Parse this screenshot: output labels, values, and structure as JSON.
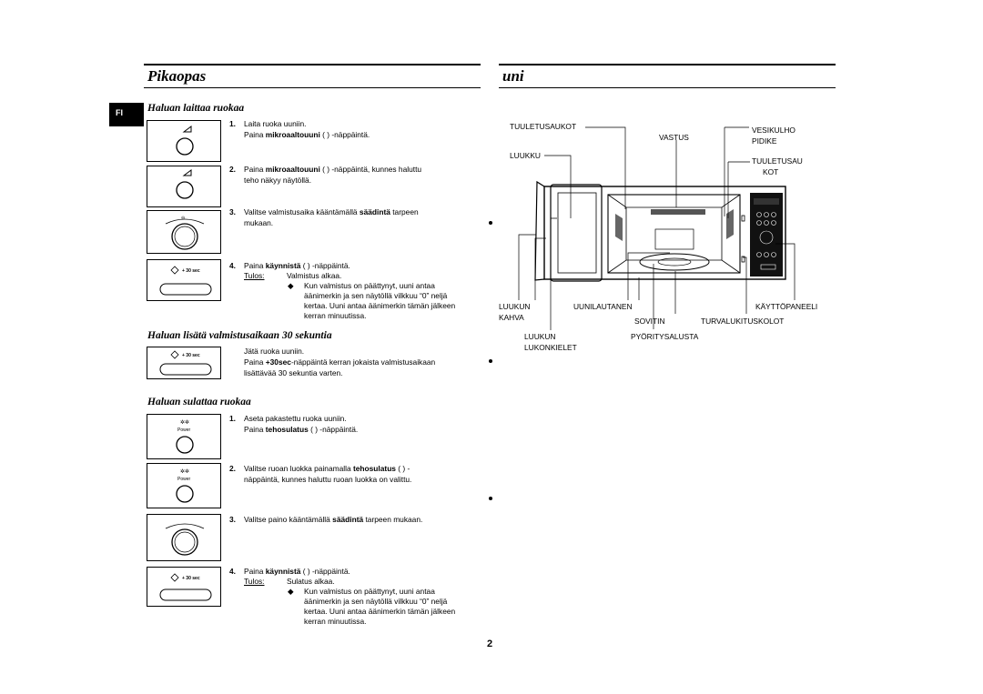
{
  "lang_tab": "FI",
  "left_title": "Pikaopas",
  "right_title": "uni",
  "page_number": "2",
  "sections": {
    "cook": {
      "heading": "Haluan laittaa ruokaa",
      "s1_num": "1.",
      "s1_l1": "Laita ruoka uuniin.",
      "s1_l2_pre": "Paina ",
      "s1_l2_bold": "mikroaaltouuni",
      "s1_l2_post": " ( ) -näppäintä.",
      "s2_num": "2.",
      "s2_l1_pre": "Paina ",
      "s2_l1_bold": "mikroaaltouuni",
      "s2_l1_post": " ( ) -näppäintä, kunnes haluttu",
      "s2_l2": "teho näkyy näytöllä.",
      "s3_num": "3.",
      "s3_l1_pre": "Valitse valmistusaika kääntämällä ",
      "s3_l1_bold": "säädintä",
      "s3_l1_post": " tarpeen",
      "s3_l2": "mukaan.",
      "s4_num": "4.",
      "s4_l1_pre": "Paina ",
      "s4_l1_bold": "käynnistä",
      "s4_l1_post": " ( ) -näppäintä.",
      "s4_result_label": "Tulos:",
      "s4_result": "Valmistus alkaa.",
      "s4_b1": "Kun valmistus on päättynyt, uuni antaa",
      "s4_b2": "äänimerkin ja sen näytöllä vilkkuu “0” neljä",
      "s4_b3": "kertaa. Uuni antaa äänimerkin tämän jälkeen",
      "s4_b4": "kerran minuutissa."
    },
    "add": {
      "heading": "Haluan lisätä valmistusaikaan 30 sekuntia",
      "l1": "Jätä ruoka uuniin.",
      "l2_pre": "Paina ",
      "l2_bold": "+30sec",
      "l2_post": "-näppäintä kerran jokaista valmistusaikaan",
      "l3": "lisättävää 30 sekuntia varten."
    },
    "defrost": {
      "heading": "Haluan sulattaa ruokaa",
      "s1_num": "1.",
      "s1_l1": "Aseta pakastettu ruoka uuniin.",
      "s1_l2_pre": "Paina ",
      "s1_l2_bold": "tehosulatus",
      "s1_l2_post": " ( ) -näppäintä.",
      "s2_num": "2.",
      "s2_l1_pre": "Valitse ruoan luokka painamalla ",
      "s2_l1_bold": "tehosulatus",
      "s2_l1_post": " ( ) -",
      "s2_l2": "näppäintä, kunnes haluttu ruoan luokka on valittu.",
      "s3_num": "3.",
      "s3_l1_pre": "Valitse paino kääntämällä ",
      "s3_l1_bold": "säädintä",
      "s3_l1_post": " tarpeen mukaan.",
      "s4_num": "4.",
      "s4_l1_pre": "Paina ",
      "s4_l1_bold": "käynnistä",
      "s4_l1_post": " ( ) -näppäintä.",
      "s4_result_label": "Tulos:",
      "s4_result": "Sulatus alkaa.",
      "s4_b1": "Kun valmistus on päättynyt, uuni antaa",
      "s4_b2": "äänimerkin ja sen näytöllä vilkkuu “0” neljä",
      "s4_b3": "kertaa. Uuni antaa äänimerkin tämän jälkeen",
      "s4_b4": "kerran minuutissa."
    }
  },
  "button_labels": {
    "plus30": "+ 30 sec",
    "power": "Power"
  },
  "diagram": {
    "tuuletusaukot": "TUULETUSAUKOT",
    "vastus": "VASTUS",
    "vesikulho": "VESIKULHO",
    "pidike": "PIDIKE",
    "luukku": "LUUKKU",
    "tuuletusau": "TUULETUSAU",
    "kot": "KOT",
    "luukun": "LUUKUN",
    "kahva": "KAHVA",
    "uunilautanen": "UUNILAUTANEN",
    "kayttopaneeli": "KÄYTTÖPANEELI",
    "sovitin": "SOVITIN",
    "turvalukituskolot": "TURVALUKITUSKOLOT",
    "luukun2": "LUUKUN",
    "lukonkielet": "LUKONKIELET",
    "pyoritysalusta": "PYÖRITYSALUSTA"
  }
}
